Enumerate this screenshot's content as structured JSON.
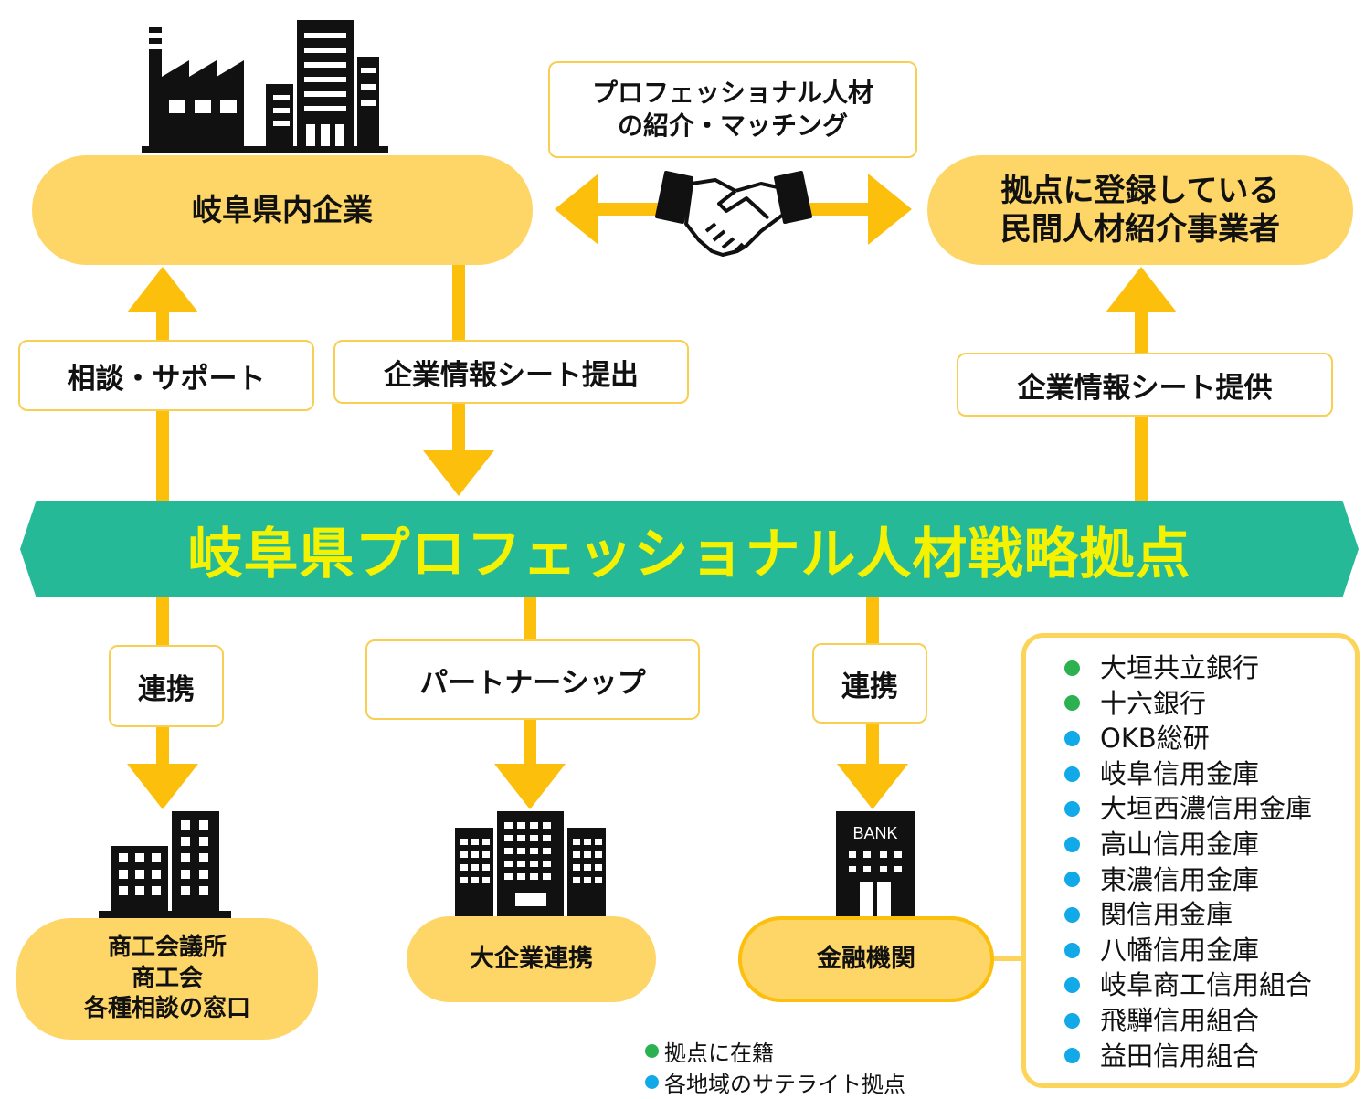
{
  "colors": {
    "accent_yellow": "#fbbf0c",
    "pill_fill": "#fdd667",
    "banner_fill": "#26b998",
    "banner_text": "#f4f200",
    "green_dot": "#2bb14f",
    "blue_dot": "#12a9e8"
  },
  "nodes": {
    "gifu_companies": "岐阜県内企業",
    "registered_agencies_line1": "拠点に登録している",
    "registered_agencies_line2": "民間人材紹介事業者",
    "chamber_line1": "商工会議所",
    "chamber_line2": "商工会",
    "chamber_line3": "各種相談の窓口",
    "large_company": "大企業連携",
    "financial": "金融機関"
  },
  "labels": {
    "matching_line1": "プロフェッショナル人材",
    "matching_line2": "の紹介・マッチング",
    "consult_support": "相談・サポート",
    "sheet_submit": "企業情報シート提出",
    "sheet_provide": "企業情報シート提供",
    "collab_left": "連携",
    "partnership": "パートナーシップ",
    "collab_right": "連携"
  },
  "banner": "岐阜県プロフェッショナル人材戦略拠点",
  "bank_sign": "BANK",
  "financial_institutions": [
    {
      "name": "大垣共立銀行",
      "type": "green"
    },
    {
      "name": "十六銀行",
      "type": "green"
    },
    {
      "name": "OKB総研",
      "type": "blue"
    },
    {
      "name": "岐阜信用金庫",
      "type": "blue"
    },
    {
      "name": "大垣西濃信用金庫",
      "type": "blue"
    },
    {
      "name": "高山信用金庫",
      "type": "blue"
    },
    {
      "name": "東濃信用金庫",
      "type": "blue"
    },
    {
      "name": "関信用金庫",
      "type": "blue"
    },
    {
      "name": "八幡信用金庫",
      "type": "blue"
    },
    {
      "name": "岐阜商工信用組合",
      "type": "blue"
    },
    {
      "name": "飛騨信用組合",
      "type": "blue"
    },
    {
      "name": "益田信用組合",
      "type": "blue"
    }
  ],
  "legend": {
    "green": "拠点に在籍",
    "blue": "各地域のサテライト拠点"
  }
}
